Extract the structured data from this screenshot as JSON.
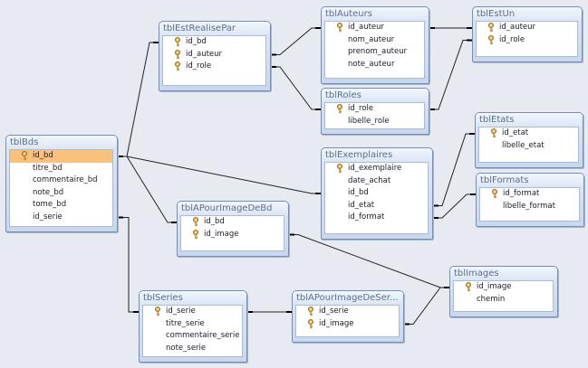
{
  "tables": [
    {
      "id": "tblBds",
      "title": "tblBds",
      "fields": [
        {
          "name": "id_bd",
          "key": true,
          "selected": true
        },
        {
          "name": "titre_bd"
        },
        {
          "name": "commentaire_bd"
        },
        {
          "name": "note_bd"
        },
        {
          "name": "tome_bd"
        },
        {
          "name": "id_serie"
        }
      ]
    },
    {
      "id": "tblEstRealisePar",
      "title": "tblEstRealisePar",
      "fields": [
        {
          "name": "id_bd",
          "key": true
        },
        {
          "name": "id_auteur",
          "key": true
        },
        {
          "name": "id_role",
          "key": true
        }
      ]
    },
    {
      "id": "tblAuteurs",
      "title": "tblAuteurs",
      "fields": [
        {
          "name": "id_auteur",
          "key": true
        },
        {
          "name": "nom_auteur"
        },
        {
          "name": "prenom_auteur"
        },
        {
          "name": "note_auteur"
        }
      ]
    },
    {
      "id": "tblEstUn",
      "title": "tblEstUn",
      "fields": [
        {
          "name": "id_auteur",
          "key": true
        },
        {
          "name": "id_role",
          "key": true
        }
      ]
    },
    {
      "id": "tblRoles",
      "title": "tblRoles",
      "fields": [
        {
          "name": "id_role",
          "key": true
        },
        {
          "name": "libelle_role"
        }
      ]
    },
    {
      "id": "tblEtats",
      "title": "tblEtats",
      "fields": [
        {
          "name": "id_etat",
          "key": true
        },
        {
          "name": "libelle_etat"
        }
      ]
    },
    {
      "id": "tblExemplaires",
      "title": "tblExemplaires",
      "fields": [
        {
          "name": "id_exemplaire",
          "key": true
        },
        {
          "name": "date_achat"
        },
        {
          "name": "id_bd"
        },
        {
          "name": "id_etat"
        },
        {
          "name": "id_format"
        }
      ]
    },
    {
      "id": "tblFormats",
      "title": "tblFormats",
      "fields": [
        {
          "name": "id_format",
          "key": true
        },
        {
          "name": "libelle_format"
        }
      ]
    },
    {
      "id": "tblAPourImageDeBd",
      "title": "tblAPourImageDeBd",
      "fields": [
        {
          "name": "id_bd",
          "key": true
        },
        {
          "name": "id_image",
          "key": true
        }
      ]
    },
    {
      "id": "tblImages",
      "title": "tblImages",
      "fields": [
        {
          "name": "id_image",
          "key": true
        },
        {
          "name": "chemin"
        }
      ]
    },
    {
      "id": "tblSeries",
      "title": "tblSeries",
      "fields": [
        {
          "name": "id_serie",
          "key": true
        },
        {
          "name": "titre_serie"
        },
        {
          "name": "commentaire_serie"
        },
        {
          "name": "note_serie"
        }
      ]
    },
    {
      "id": "tblAPourImageDeSerie",
      "title": "tblAPourImageDeSer...",
      "fields": [
        {
          "name": "id_serie",
          "key": true
        },
        {
          "name": "id_image",
          "key": true
        }
      ]
    }
  ],
  "relationships": [
    {
      "from": "tblBds.id_bd",
      "to": "tblEstRealisePar.id_bd"
    },
    {
      "from": "tblBds.id_bd",
      "to": "tblExemplaires.id_bd"
    },
    {
      "from": "tblBds.id_bd",
      "to": "tblAPourImageDeBd.id_bd"
    },
    {
      "from": "tblBds.id_serie",
      "to": "tblSeries.id_serie"
    },
    {
      "from": "tblEstRealisePar.id_auteur",
      "to": "tblAuteurs.id_auteur"
    },
    {
      "from": "tblEstRealisePar.id_role",
      "to": "tblRoles.id_role"
    },
    {
      "from": "tblAuteurs.id_auteur",
      "to": "tblEstUn.id_auteur"
    },
    {
      "from": "tblRoles.id_role",
      "to": "tblEstUn.id_role"
    },
    {
      "from": "tblExemplaires.id_etat",
      "to": "tblEtats.id_etat"
    },
    {
      "from": "tblExemplaires.id_format",
      "to": "tblFormats.id_format"
    },
    {
      "from": "tblAPourImageDeBd.id_image",
      "to": "tblImages.id_image"
    },
    {
      "from": "tblSeries.id_serie",
      "to": "tblAPourImageDeSerie.id_serie"
    },
    {
      "from": "tblAPourImageDeSerie.id_image",
      "to": "tblImages.id_image"
    }
  ],
  "colors": {
    "selected_row": "#fbc07a",
    "line": "#222222",
    "background": "#e8eaf2"
  }
}
